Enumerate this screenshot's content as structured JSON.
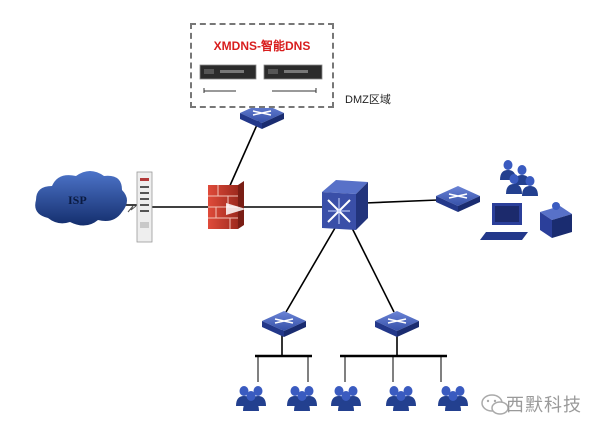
{
  "dmz": {
    "title": "XMDNS-智能DNS",
    "zone_label": "DMZ区域"
  },
  "isp": {
    "label": "ISP"
  },
  "watermark": {
    "text": "西默科技"
  },
  "colors": {
    "switch": "#2b3f9a",
    "switch_light": "#4a63c8",
    "firewall": "#c0392b",
    "cloud": "#1f3f8a",
    "link": "#000000",
    "user": "#2c4aa8"
  }
}
